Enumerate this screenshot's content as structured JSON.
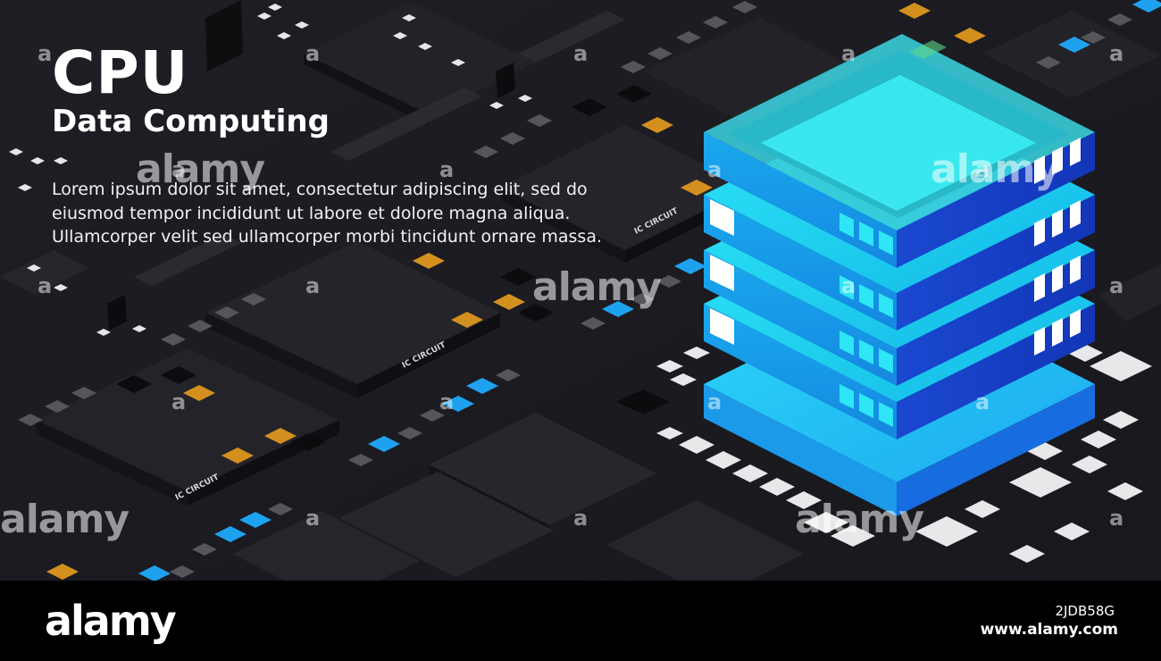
{
  "headline": {
    "title": "CPU",
    "subtitle": "Data Computing"
  },
  "body_text": "Lorem ipsum dolor sit amet, consectetur adipiscing elit, sed do eiusmod tempor incididunt ut labore et dolore magna aliqua. Ullamcorper velit sed ullamcorper morbi tincidunt ornare massa.",
  "chip_labels": [
    "IC CIRCUIT",
    "IC CIRCUIT",
    "IC CIRCUIT"
  ],
  "watermark": {
    "text": "alamy",
    "corner_mark": "a"
  },
  "footer": {
    "logo": "alamy",
    "image_id": "2JDB58G",
    "site": "www.alamy.com"
  },
  "colors": {
    "background": "#1c1c22",
    "board_tile": "#26262d",
    "accent_cyan": "#1fd3f0",
    "accent_blue": "#1565e0",
    "accent_amber": "#d4901e",
    "footer": "#000000"
  }
}
